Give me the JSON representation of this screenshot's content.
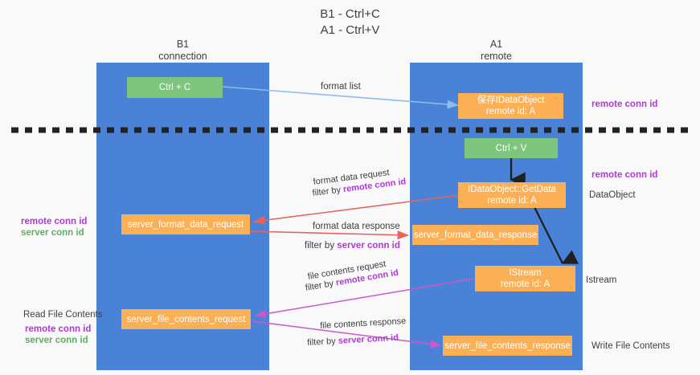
{
  "title": {
    "line1": "B1 - Ctrl+C",
    "line2": "A1 - Ctrl+V"
  },
  "columns": [
    {
      "name": "B1",
      "sub": "connection"
    },
    {
      "name": "A1",
      "sub": "remote"
    }
  ],
  "nodes": {
    "ctrl_c": {
      "line1": "Ctrl + C"
    },
    "save_idataobject": {
      "line1": "保存IDataObject",
      "line2": "remote id: A"
    },
    "ctrl_v": {
      "line1": "Ctrl + V"
    },
    "getdata": {
      "line1": "IDataObject::GetData",
      "line2": "remote id: A"
    },
    "format_req": {
      "line1": "server_format_data_request"
    },
    "format_resp": {
      "line1": "server_format_data_response"
    },
    "istream": {
      "line1": "IStream",
      "line2": "remote id: A"
    },
    "file_req": {
      "line1": "server_file_contents_request"
    },
    "file_resp": {
      "line1": "server_file_contents_response"
    }
  },
  "edge_labels": {
    "format_list": "format list",
    "format_data_request": "format data request",
    "format_data_request_filter_prefix": "filter by ",
    "format_data_request_filter_key": "remote conn id",
    "format_data_response": "format data response",
    "format_data_response_filter_prefix": "filter by ",
    "format_data_response_filter_key": "server conn id",
    "file_contents_request": "file contents request",
    "file_contents_request_filter_prefix": "filter by ",
    "file_contents_request_filter_key": "remote conn id",
    "file_contents_response": "file contents response",
    "file_contents_response_filter_prefix": "filter by ",
    "file_contents_response_filter_key": "server conn id"
  },
  "annotations": {
    "right_remote_conn_id_top": "remote conn id",
    "right_remote_conn_id_mid": "remote conn id",
    "right_dataobject": "DataObject",
    "right_istream": "Istream",
    "right_write_file_contents": "Write File Contents",
    "left_remote_conn_id_1": "remote conn id",
    "left_server_conn_id_1": "server conn id",
    "left_read_file_contents": "Read File Contents",
    "left_remote_conn_id_2": "remote conn id",
    "left_server_conn_id_2": "server conn id"
  },
  "colors": {
    "lane_blue": "#4a82d8",
    "node_green": "#7ec57e",
    "node_orange": "#fbb056",
    "accent_purple": "#b03ad1",
    "accent_green": "#5fae5f",
    "arrow_blue": "#8cbdea",
    "arrow_red": "#e8635c",
    "arrow_magenta": "#cf56c9",
    "arrow_black": "#202020",
    "divider_black": "#222222",
    "background": "#f9f9fa"
  }
}
